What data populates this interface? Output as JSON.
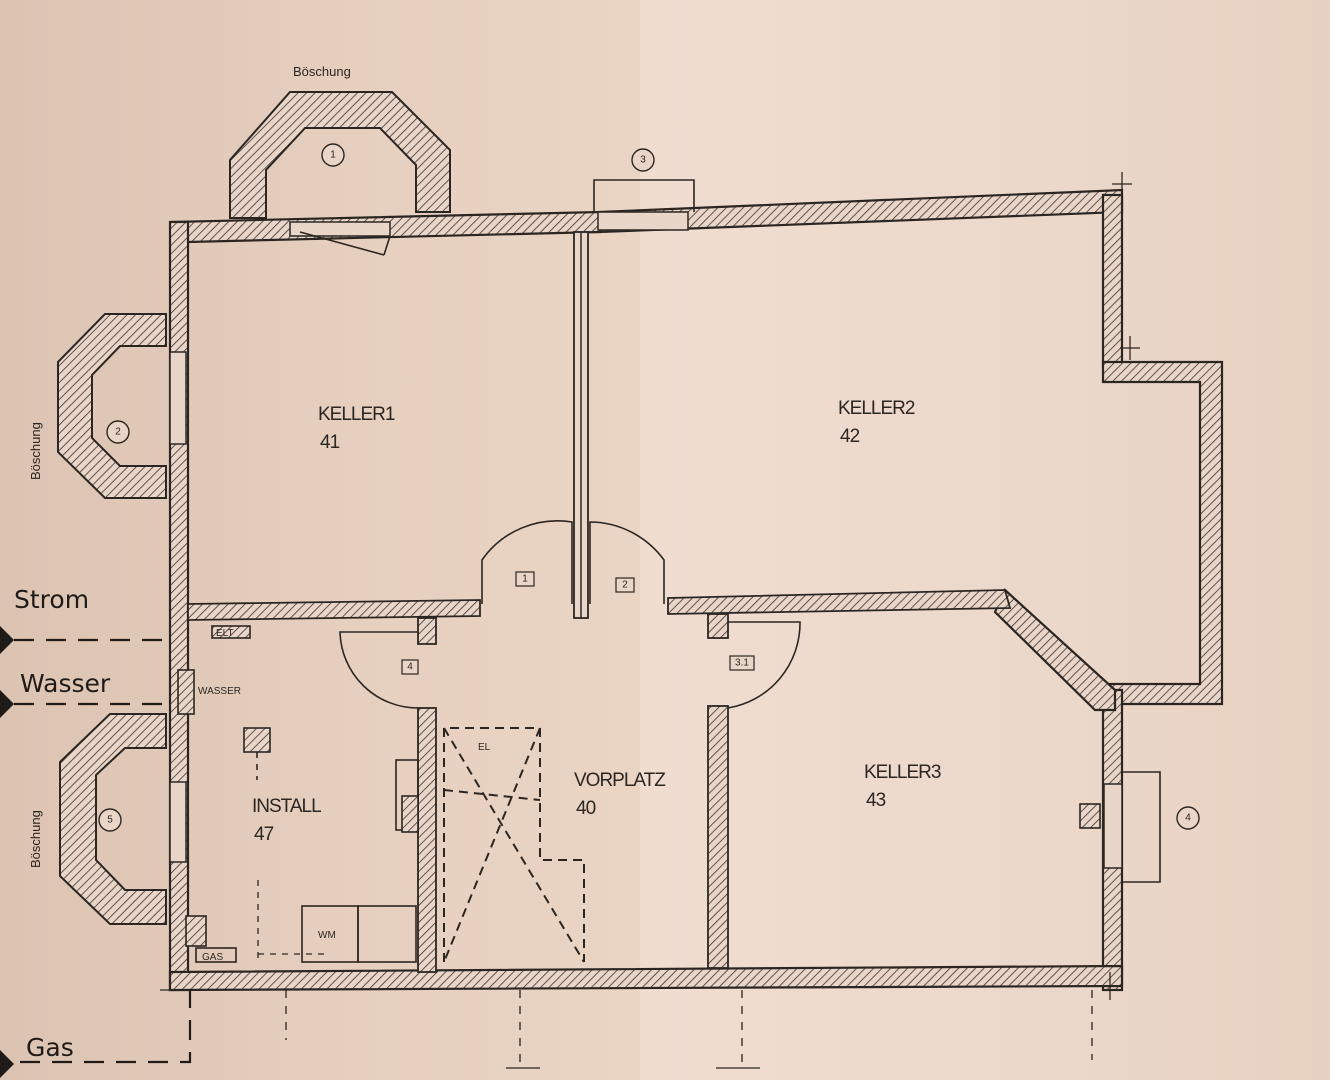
{
  "rooms": {
    "keller1": {
      "name": "KELLER1",
      "number": "41"
    },
    "keller2": {
      "name": "KELLER2",
      "number": "42"
    },
    "keller3": {
      "name": "KELLER3",
      "number": "43"
    },
    "install": {
      "name": "INSTALL",
      "number": "47"
    },
    "vorplatz": {
      "name": "VORPLATZ",
      "number": "40"
    }
  },
  "supply": {
    "strom": "Strom",
    "wasser": "Wasser",
    "gas": "Gas"
  },
  "embankment": {
    "label": "Böschung"
  },
  "shafts": {
    "s1": "1",
    "s2": "2",
    "s3": "3",
    "s4": "4",
    "s5": "5"
  },
  "doors": {
    "d1": "1",
    "d2": "2",
    "d4": "4",
    "d3": "3.1"
  },
  "fixtures": {
    "wm": "WM",
    "wasser_meter": "WASSER",
    "elt": "ELT",
    "gas_meter": "GAS",
    "stair_mark": "EL"
  }
}
